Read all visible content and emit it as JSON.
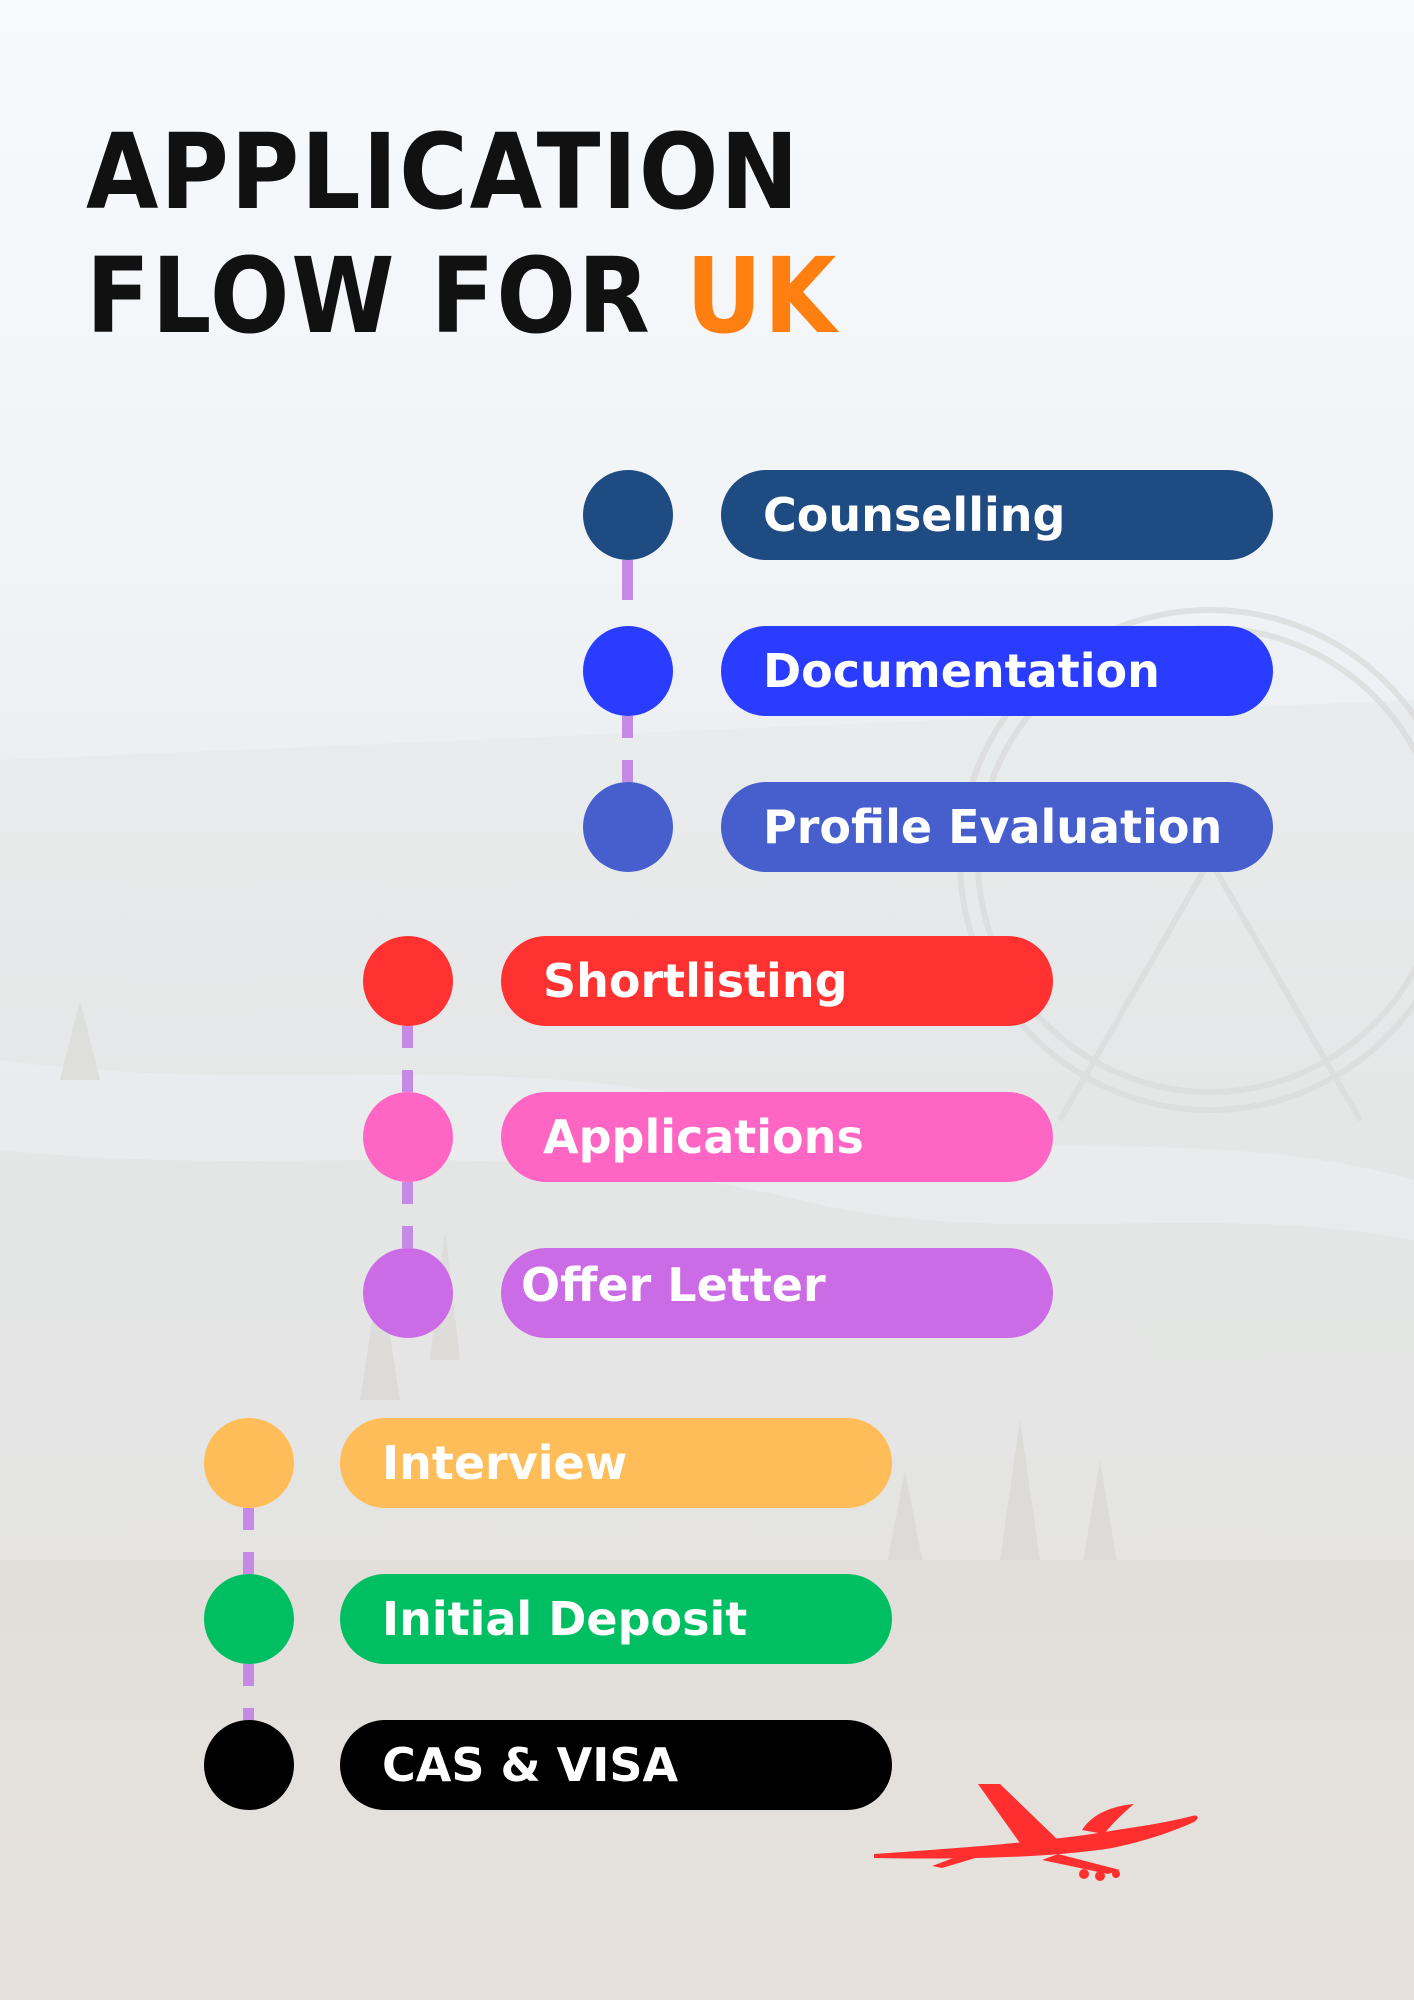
{
  "title": {
    "line1": "APPLICATION",
    "line2_prefix": "FLOW FOR ",
    "line2_accent": "UK"
  },
  "colors": {
    "title": "#111111",
    "accent": "#ff7f11",
    "connector": "#c58ae6",
    "plane": "#ff2f2f"
  },
  "steps": [
    {
      "label": "Counselling",
      "color": "#1f4b83"
    },
    {
      "label": "Documentation",
      "color": "#2a3cff"
    },
    {
      "label": "Profile Evaluation",
      "color": "#465fcc"
    },
    {
      "label": "Shortlisting",
      "color": "#ff3131"
    },
    {
      "label": "Applications",
      "color": "#ff66c4"
    },
    {
      "label": "Offer Letter",
      "color": "#cb6ce6"
    },
    {
      "label": "Interview",
      "color": "#ffbd59"
    },
    {
      "label": "Initial Deposit",
      "color": "#00bf63"
    },
    {
      "label": "CAS & VISA",
      "color": "#000000"
    }
  ],
  "icons": {
    "decoration": "airplane-icon",
    "background": "london-skyline"
  }
}
